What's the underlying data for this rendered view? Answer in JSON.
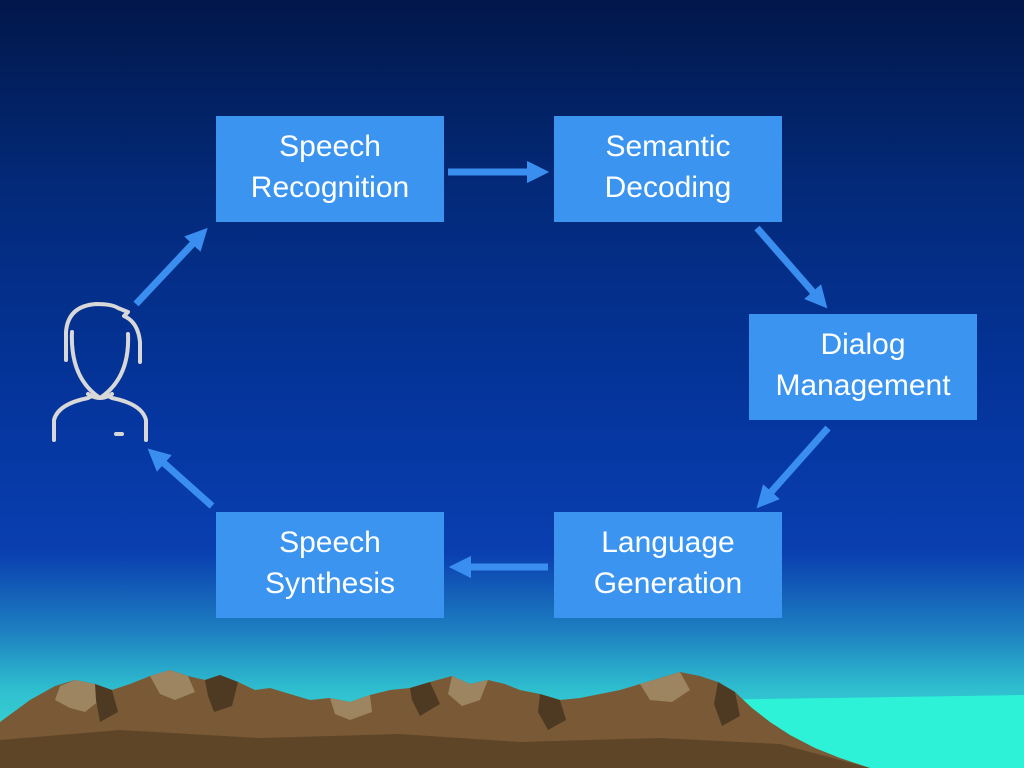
{
  "diagram": {
    "nodes": [
      {
        "id": "speech-recognition",
        "label": "Speech\nRecognition"
      },
      {
        "id": "semantic-decoding",
        "label": "Semantic\nDecoding"
      },
      {
        "id": "dialog-management",
        "label": "Dialog\nManagement"
      },
      {
        "id": "language-generation",
        "label": "Language\nGeneration"
      },
      {
        "id": "speech-synthesis",
        "label": "Speech\nSynthesis"
      }
    ],
    "edges": [
      {
        "from": "user",
        "to": "speech-recognition"
      },
      {
        "from": "speech-recognition",
        "to": "semantic-decoding"
      },
      {
        "from": "semantic-decoding",
        "to": "dialog-management"
      },
      {
        "from": "dialog-management",
        "to": "language-generation"
      },
      {
        "from": "language-generation",
        "to": "speech-synthesis"
      },
      {
        "from": "speech-synthesis",
        "to": "user"
      }
    ],
    "user_icon": "user-icon"
  },
  "colors": {
    "box_fill": "#3a94f0",
    "arrow": "#3a8ef0",
    "icon_stroke": "#d8d8d8",
    "mountain": "#7a5c3a"
  }
}
